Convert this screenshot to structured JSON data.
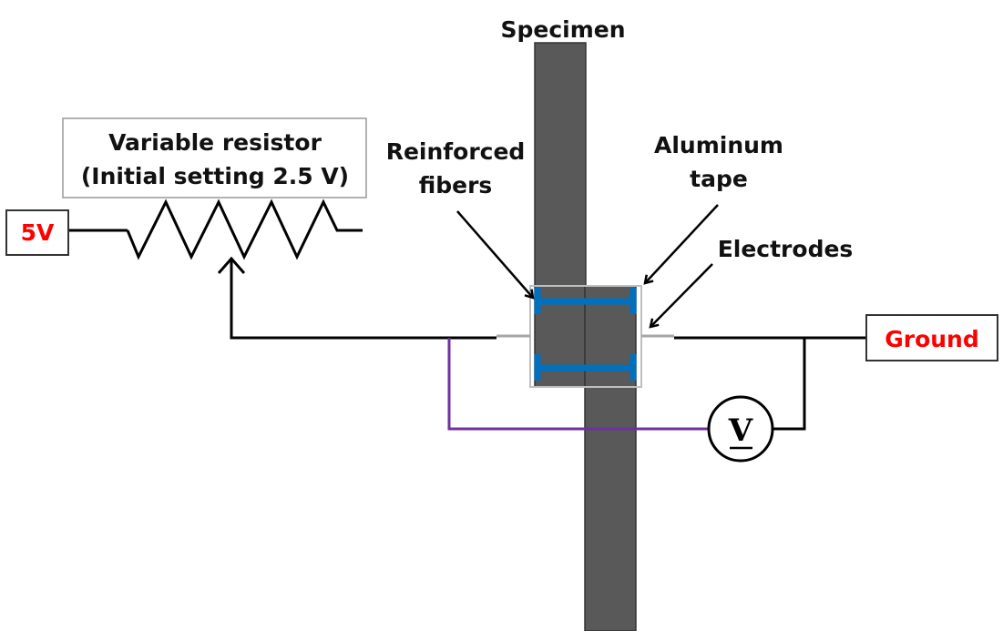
{
  "diagram": {
    "labels": {
      "specimen": "Specimen",
      "variable_resistor_line1": "Variable resistor",
      "variable_resistor_line2": "(Initial setting 2.5 V)",
      "reinforced_fibers_line1": "Reinforced",
      "reinforced_fibers_line2": "fibers",
      "aluminum_tape_line1": "Aluminum",
      "aluminum_tape_line2": "tape",
      "electrodes": "Electrodes",
      "source": "5V",
      "ground": "Ground",
      "voltmeter": "V"
    },
    "colors": {
      "specimen": "#595959",
      "fibers": "#0070c0",
      "voltmeter_wire": "#7030a0",
      "wire": "#000000",
      "terminal_text": "#ff0000",
      "electrode": "#a6a6a6"
    }
  }
}
